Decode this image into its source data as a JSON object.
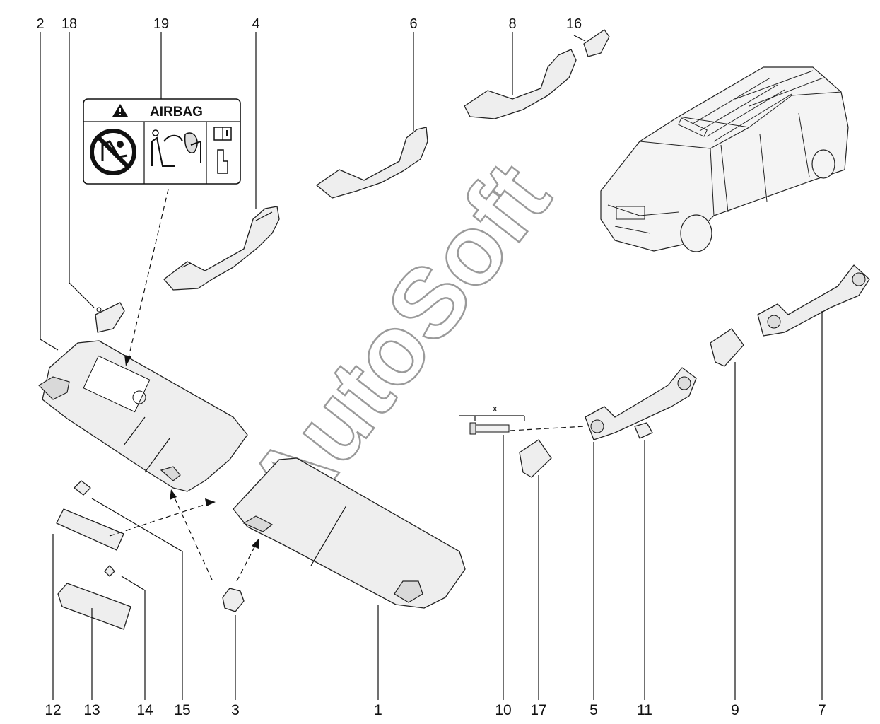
{
  "watermark": "AutoSoft",
  "label": {
    "title": "AIRBAG"
  },
  "dimension_marker": "x",
  "part_numbers": {
    "p1": "1",
    "p2": "2",
    "p3": "3",
    "p4": "4",
    "p5": "5",
    "p6": "6",
    "p7": "7",
    "p8": "8",
    "p9": "9",
    "p10": "10",
    "p11": "11",
    "p12": "12",
    "p13": "13",
    "p14": "14",
    "p15": "15",
    "p16": "16",
    "p17": "17",
    "p18": "18",
    "p19": "19"
  },
  "colors": {
    "line": "#111111",
    "part_fill": "#eeeeee",
    "watermark": "#9a9a9a",
    "warning": "#111111"
  },
  "icons": [
    "warning-triangle-icon",
    "no-rear-facing-child-seat-icon",
    "seat-airbag-icon",
    "manual-info-icon"
  ]
}
